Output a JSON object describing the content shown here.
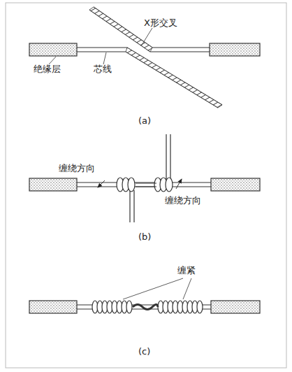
{
  "diagram": {
    "labels": [
      "X形交叉",
      "绝缘层",
      "芯线",
      "(a)",
      "缠绕方向",
      "缠绕方向",
      "(b)",
      "缠紧",
      "(c)"
    ]
  }
}
